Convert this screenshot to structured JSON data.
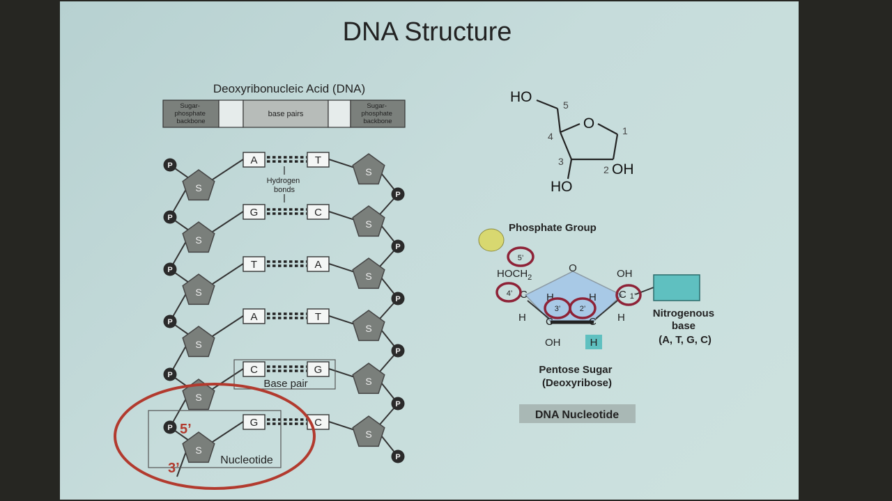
{
  "slide": {
    "title": "DNA Structure"
  },
  "dna_bar": {
    "heading": "Deoxyribonucleic Acid (DNA)",
    "segments": [
      {
        "lines": [
          "Sugar-",
          "phosphate",
          "backbone"
        ]
      },
      {
        "lines": [
          "base pairs"
        ]
      },
      {
        "lines": [
          "Sugar-",
          "phosphate",
          "backbone"
        ]
      }
    ]
  },
  "ladder": {
    "phosphate_label": "P",
    "sugar_label": "S",
    "rungs": [
      {
        "left": "A",
        "right": "T"
      },
      {
        "left": "G",
        "right": "C"
      },
      {
        "left": "T",
        "right": "A"
      },
      {
        "left": "A",
        "right": "T"
      },
      {
        "left": "C",
        "right": "G"
      },
      {
        "left": "G",
        "right": "C"
      }
    ],
    "hydrogen_bonds_label": [
      "Hydrogen",
      "bonds"
    ],
    "base_pair_label": "Base pair",
    "nucleotide_label": "Nucleotide",
    "five_prime": "5’",
    "three_prime": "3’"
  },
  "deoxyribose": {
    "ho_top": "HO",
    "ring_o": "O",
    "oh_right": "OH",
    "ho_bottom": "HO",
    "carbon_numbers": [
      "1",
      "2",
      "3",
      "4",
      "5"
    ]
  },
  "nucleotide": {
    "phosphate_group_label": "Phosphate Group",
    "hoch2_main": "HOCH",
    "hoch2_sub": "2",
    "ring_o": "O",
    "oh_top_right": "OH",
    "c_label": "C",
    "h_label": "H",
    "oh_bottom": "OH",
    "h_highlight": "H",
    "circled_carbons": [
      "5’",
      "4’",
      "3’",
      "2’",
      "1’"
    ],
    "nitrogenous_base_label": [
      "Nitrogenous",
      "base",
      "(A, T, G, C)"
    ],
    "pentose_label": [
      "Pentose Sugar",
      "(Deoxyribose)"
    ],
    "caption": "DNA Nucleotide"
  },
  "colors": {
    "slide_bg": "#c3dad9",
    "pentagon_fill": "#7a7f7b",
    "phosphate_dot": "#2a2a2a",
    "annotation_red": "#b23a2e",
    "phosphate_yellow": "#d8d870",
    "base_teal": "#5fc0c0",
    "caption_bg": "#a9b8b5"
  }
}
